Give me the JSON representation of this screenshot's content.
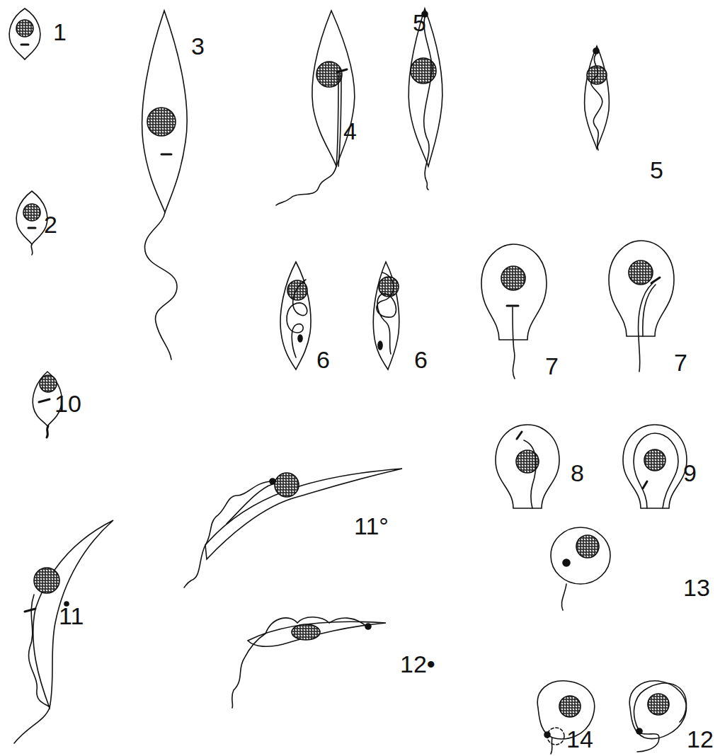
{
  "diagram": {
    "labels": [
      "1",
      "3",
      "4",
      "5",
      "5",
      "2",
      "6",
      "6",
      "7",
      "7",
      "10",
      "8",
      "9",
      "11°",
      "11",
      "13",
      "12•",
      "14",
      "12"
    ]
  }
}
